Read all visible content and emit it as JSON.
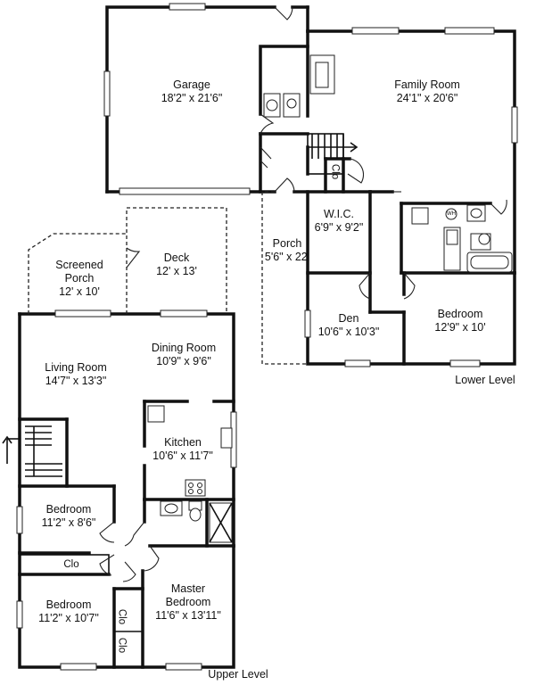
{
  "rooms": {
    "garage": {
      "name": "Garage",
      "size": "18'2\" x 21'6\""
    },
    "family_room": {
      "name": "Family Room",
      "size": "24'1\" x 20'6\""
    },
    "wic": {
      "name": "W.I.C.",
      "size": "6'9\" x 9'2\""
    },
    "porch": {
      "name": "Porch",
      "size": "5'6\" x 22'"
    },
    "den": {
      "name": "Den",
      "size": "10'6\" x 10'3\""
    },
    "lower_bedroom": {
      "name": "Bedroom",
      "size": "12'9\" x 10'"
    },
    "screened_porch": {
      "name_line1": "Screened",
      "name_line2": "Porch",
      "size": "12' x 10'"
    },
    "deck": {
      "name": "Deck",
      "size": "12' x 13'"
    },
    "dining_room": {
      "name": "Dining Room",
      "size": "10'9\" x 9'6\""
    },
    "living_room": {
      "name": "Living Room",
      "size": "14'7\" x 13'3\""
    },
    "kitchen": {
      "name": "Kitchen",
      "size": "10'6\" x 11'7\""
    },
    "bedroom_upper_1": {
      "name": "Bedroom",
      "size": "11'2\" x 8'6\""
    },
    "bedroom_upper_2": {
      "name": "Bedroom",
      "size": "11'2\" x 10'7\""
    },
    "master_bedroom": {
      "name_line1": "Master",
      "name_line2": "Bedroom",
      "size": "11'6\" x 13'11\""
    }
  },
  "closets": {
    "lower": "Clo",
    "upper_1": "Clo",
    "upper_2": "Clo",
    "upper_3": "Clo"
  },
  "fixtures": {
    "water_heater": "WH"
  },
  "levels": {
    "lower": "Lower Level",
    "upper": "Upper Level"
  }
}
